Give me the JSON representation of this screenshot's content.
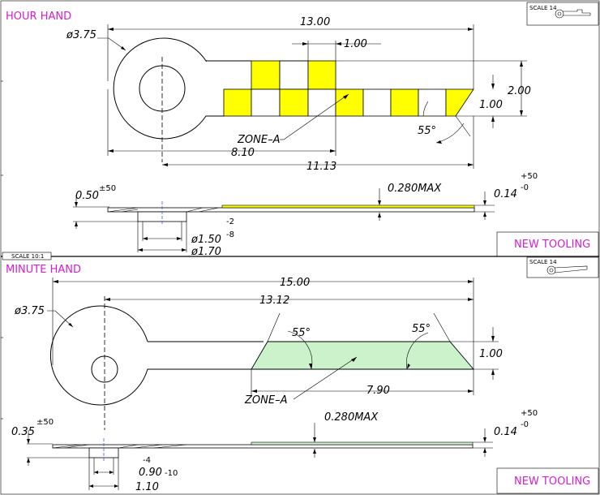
{
  "hour_hand": {
    "title": "HOUR HAND",
    "scale_label": "SCALE 14",
    "dims": {
      "outer_dia": "ø3.75",
      "overall_len": "13.00",
      "step": "1.00",
      "width": "2.00",
      "tip_width": "1.00",
      "angle": "55°",
      "zone": "ZONE–A",
      "len_a": "8.10",
      "len_b": "11.13"
    },
    "section": {
      "collar_h": "0.50",
      "collar_tol": "±50",
      "max_label": "0.280MAX",
      "thickness": "0.14",
      "thk_tol_upper": "+50",
      "thk_tol_lower": "-0",
      "inner_dia": "ø1.50",
      "outer_dia": "ø1.70",
      "tol_a": "-2",
      "tol_b": "-8"
    },
    "tooling": "NEW TOOLING"
  },
  "minute_hand": {
    "scale_tag": "SCALE 10:1",
    "title": "MINUTE HAND",
    "scale_label": "SCALE 14",
    "dims": {
      "outer_dia": "ø3.75",
      "overall_len": "15.00",
      "len_b": "13.12",
      "angle_left": "55°",
      "angle_right": "55°",
      "width": "1.00",
      "zone": "ZONE–A",
      "zone_len": "7.90"
    },
    "section": {
      "collar_h": "0.35",
      "collar_tol": "±50",
      "max_label": "0.280MAX",
      "thickness": "0.14",
      "thk_tol_upper": "+50",
      "thk_tol_lower": "-0",
      "tol_a": "-4",
      "inner_dia": "0.90",
      "tol_b": "-10",
      "outer_dia": "1.10"
    },
    "tooling": "NEW TOOLING"
  },
  "colors": {
    "accent": "#d21ed2",
    "zone_hour": "#ffff00",
    "zone_minute": "#ccf2cc",
    "center_line": "#3b5bd6"
  }
}
